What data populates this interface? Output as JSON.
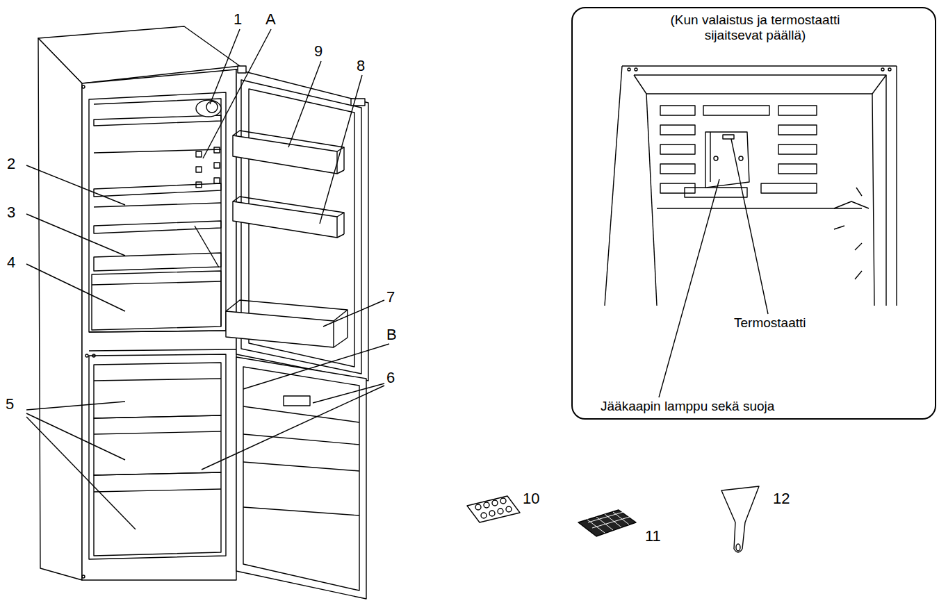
{
  "diagram": {
    "nodes": [
      {
        "text": [
          "(Kun valaistus ja termostaatti sijaitsevat päällä)",
          "Termostaatti",
          "Jääkaapin lamppu sekä suoja"
        ]
      }
    ],
    "labels": [
      "1",
      "A",
      "9",
      "8",
      "2",
      "3",
      "4",
      "7",
      "B",
      "6",
      "5",
      "10",
      "12",
      "11"
    ]
  }
}
